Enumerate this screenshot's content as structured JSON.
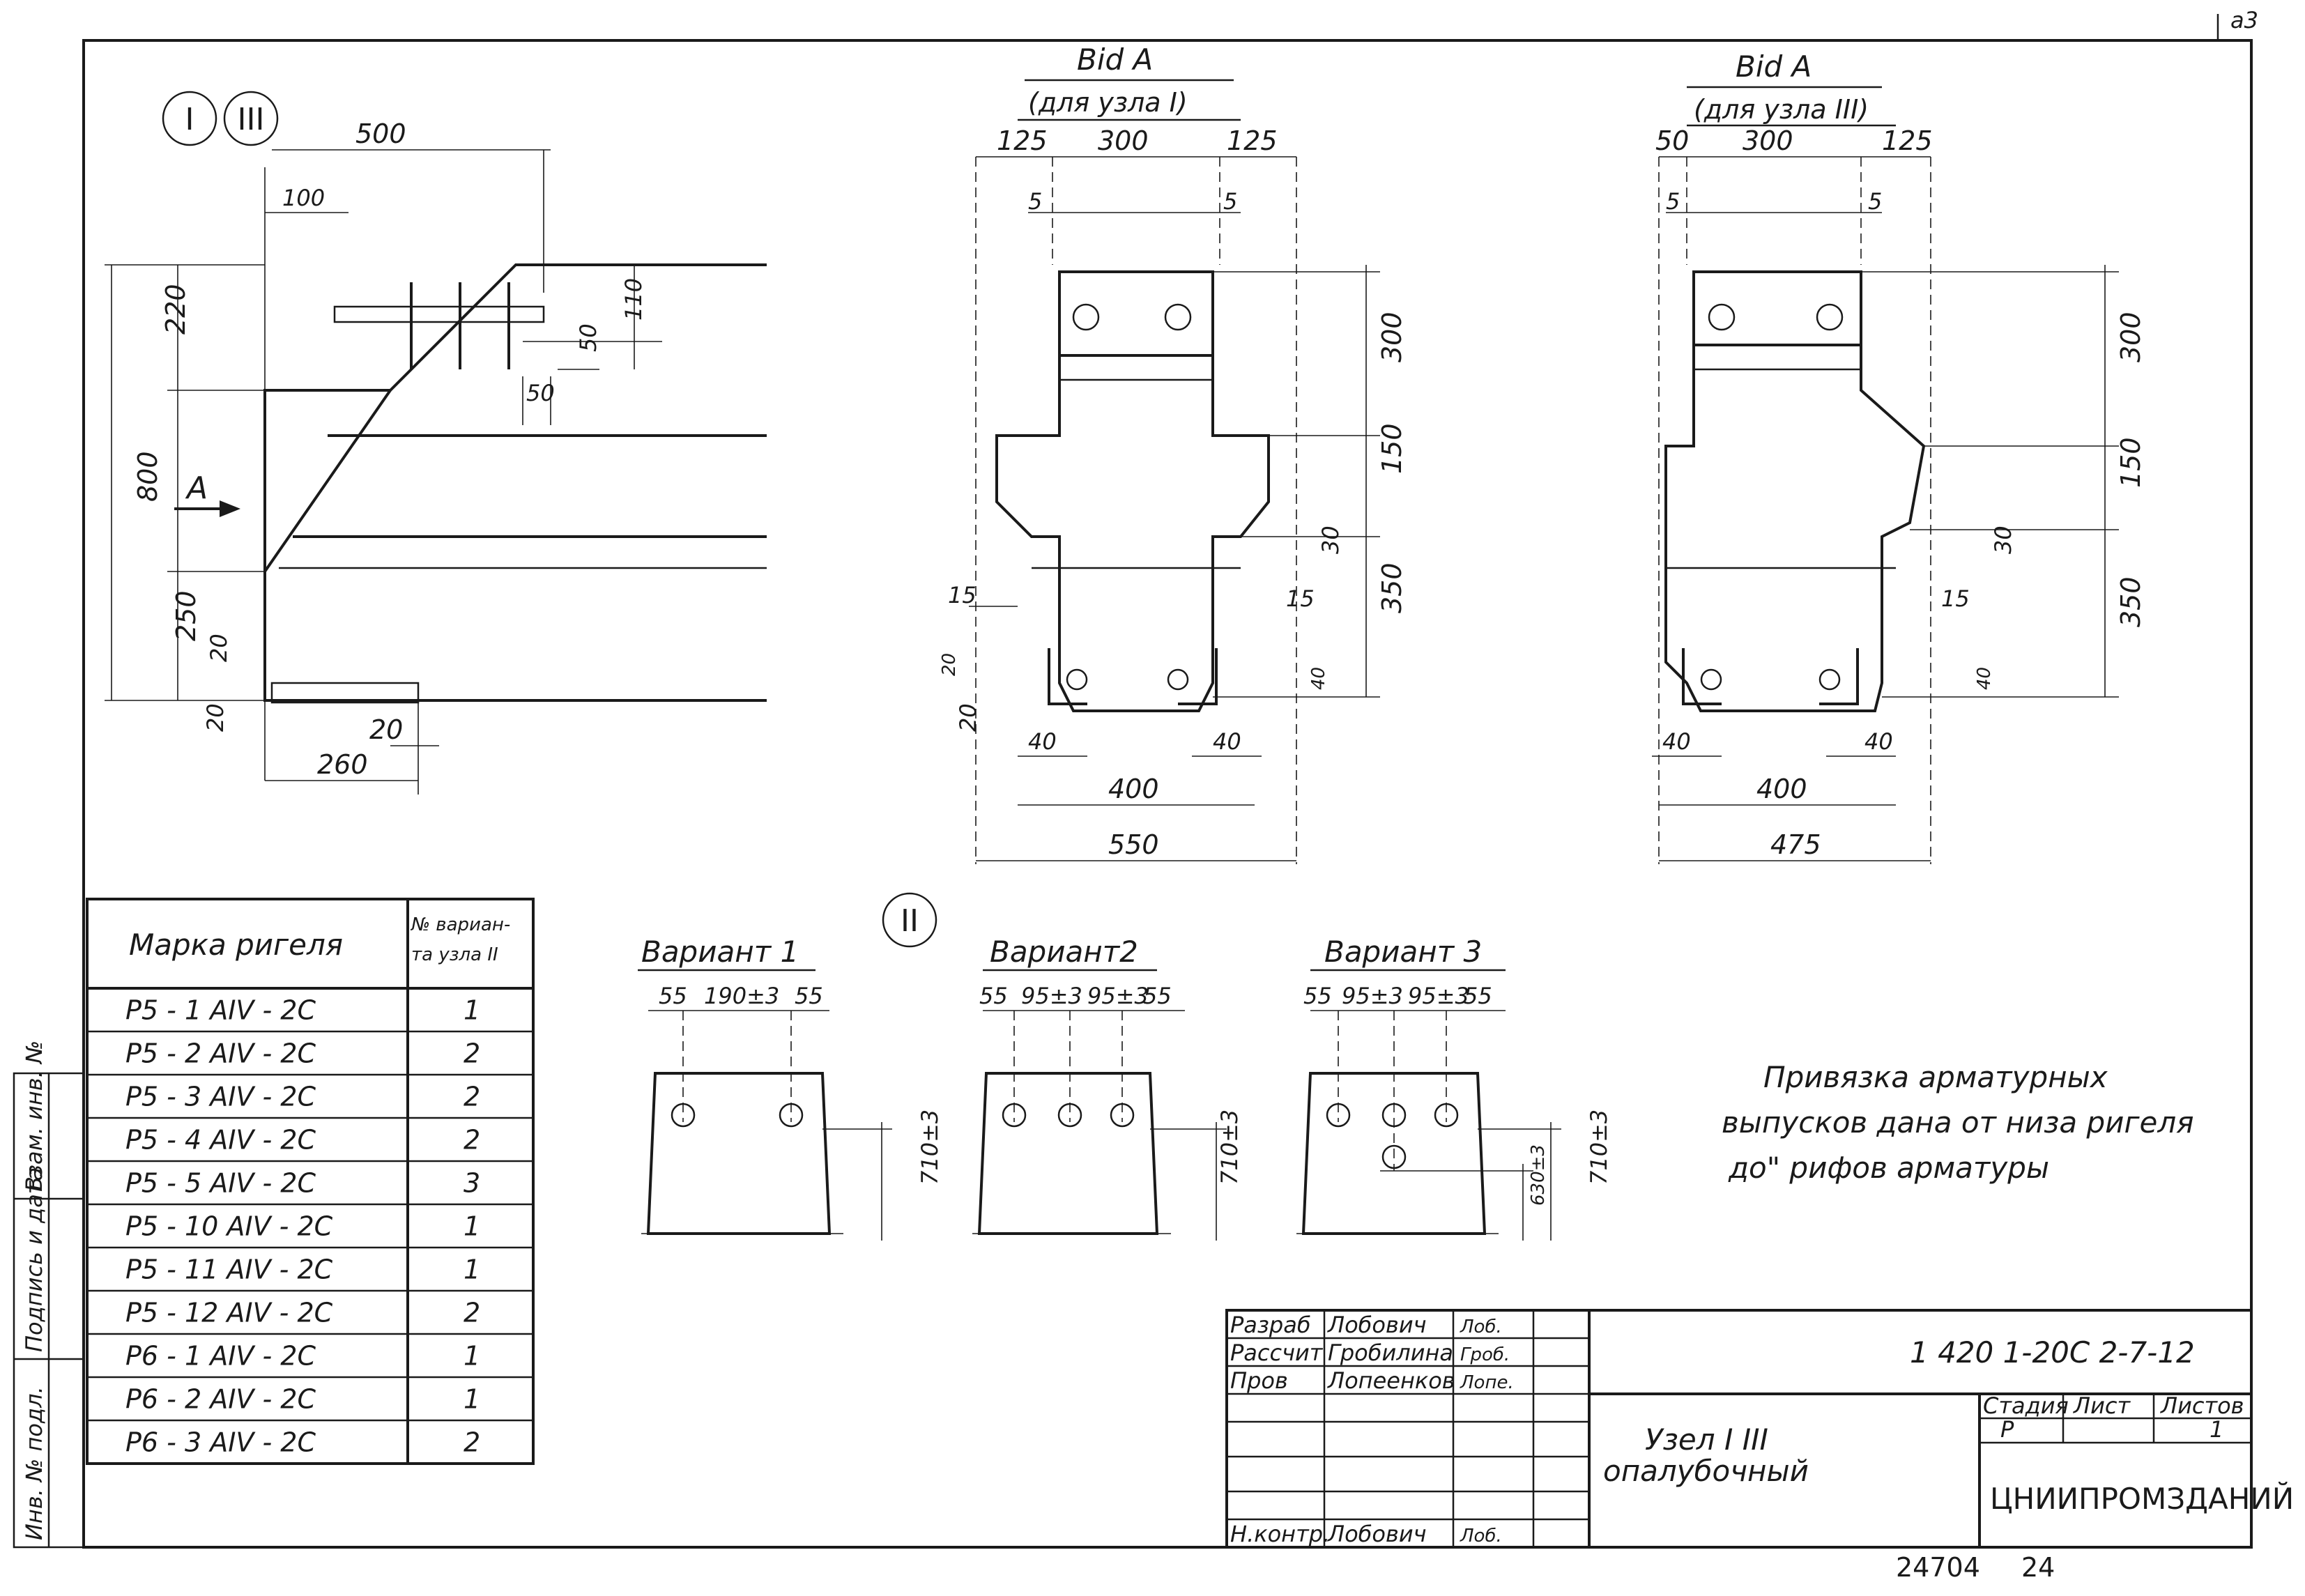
{
  "sheet_corner": "a3",
  "node_I_III": {
    "marker_1": "I",
    "marker_2": "III",
    "view_arrow": "A",
    "dims": {
      "d500": "500",
      "d100": "100",
      "d220": "220",
      "d800": "800",
      "d250": "250",
      "d20a": "20",
      "d20b": "20",
      "d20c": "20",
      "d260": "260",
      "d110": "110",
      "d50a": "50",
      "d50b": "50"
    }
  },
  "view_A_node1": {
    "title": "Bid A",
    "subtitle": "(для узла I)",
    "dims": {
      "top_left": "125",
      "top_mid": "300",
      "top_right": "125",
      "tick_left": "5",
      "tick_right": "5",
      "r300": "300",
      "r150": "150",
      "r30": "30",
      "r350": "350",
      "r40": "40",
      "l15": "15",
      "r15": "15",
      "l20": "20",
      "l20b": "20",
      "b40l": "40",
      "b40r": "40",
      "b400": "400",
      "b550": "550"
    }
  },
  "view_A_node3": {
    "title": "Bid A",
    "subtitle": "(для узла III)",
    "dims": {
      "top_left": "50",
      "top_mid": "300",
      "top_right": "125",
      "tick_left": "5",
      "tick_right": "5",
      "r300": "300",
      "r150": "150",
      "r30": "30",
      "r350": "350",
      "r15": "15",
      "r40": "40",
      "b40l": "40",
      "b40r": "40",
      "b400": "400",
      "b475": "475"
    }
  },
  "node_II_marker": "II",
  "variants": [
    {
      "title": "Вариант 1",
      "dims": [
        "55",
        "190±3",
        "55"
      ],
      "height": "710±3"
    },
    {
      "title": "Вариант2",
      "dims": [
        "55",
        "95±3",
        "95±3",
        "55"
      ],
      "height": "710±3"
    },
    {
      "title": "Вариант 3",
      "dims": [
        "55",
        "95±3",
        "95±3",
        "55"
      ],
      "height": "710±3",
      "height2": "630±3"
    }
  ],
  "note": {
    "line1": "Привязка арматурных",
    "line2": "выпусков дана от низа ригеля",
    "line3": "до\" рифов арматуры"
  },
  "marks_table": {
    "header_col1": "Марка ригеля",
    "header_col2_line1": "№ вариан-",
    "header_col2_line2": "та узла II",
    "rows": [
      {
        "mark": "Р5 - 1 АIV - 2С",
        "variant": "1"
      },
      {
        "mark": "Р5 - 2 АIV - 2С",
        "variant": "2"
      },
      {
        "mark": "Р5 - 3 АIV - 2С",
        "variant": "2"
      },
      {
        "mark": "Р5 - 4 АIV - 2С",
        "variant": "2"
      },
      {
        "mark": "Р5 - 5 АIV - 2С",
        "variant": "3"
      },
      {
        "mark": "Р5 - 10 АIV - 2С",
        "variant": "1"
      },
      {
        "mark": "Р5 - 11 АIV - 2С",
        "variant": "1"
      },
      {
        "mark": "Р5 - 12 АIV - 2С",
        "variant": "2"
      },
      {
        "mark": "Р6 - 1 АIV - 2С",
        "variant": "1"
      },
      {
        "mark": "Р6 - 2 АIV - 2С",
        "variant": "1"
      },
      {
        "mark": "Р6 - 3 АIV - 2С",
        "variant": "2"
      }
    ]
  },
  "side_stamp": [
    "Инв. № подл.",
    "Подпись и дата",
    "Взам. инв. №"
  ],
  "title_block": {
    "doc_code": "1 420 1-20С 2-7-12",
    "role_1": "Разраб",
    "name_1": "Лобович",
    "sign_1": "Лоб.",
    "role_2": "Рассчит",
    "name_2": "Гробилина",
    "sign_2": "Гроб.",
    "role_3": "Пров",
    "name_3": "Лопеенков",
    "sign_3": "Лопе.",
    "role_4": "Н.контр.",
    "name_4": "Лобович",
    "sign_4": "Лоб.",
    "title_line1": "Узел I   III",
    "title_line2": "опалубочный",
    "stage_label": "Стадия",
    "sheet_label": "Лист",
    "sheets_label": "Листов",
    "stage": "Р",
    "sheets": "1",
    "org": "ЦНИИПРОМЗДАНИЙ"
  },
  "bottom_number": "24704",
  "bottom_page": "24"
}
